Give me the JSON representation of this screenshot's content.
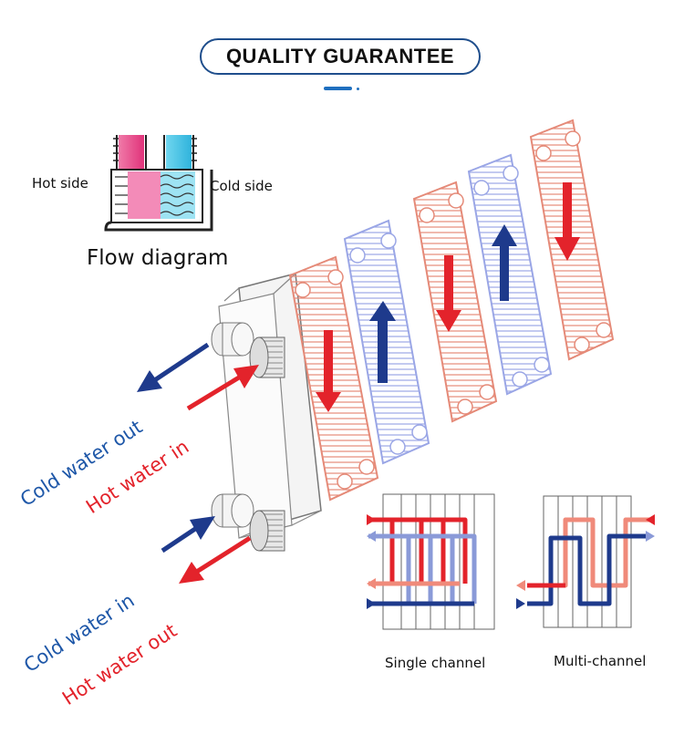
{
  "header": {
    "title": "QUALITY GUARANTEE"
  },
  "inset": {
    "hot_side": "Hot side",
    "cold_side": "Cold side",
    "caption": "Flow diagram"
  },
  "flow_labels": {
    "cold_water_out": "Cold water out",
    "hot_water_in": "Hot water in",
    "cold_water_in": "Cold water in",
    "hot_water_out": "Hot water out"
  },
  "channels": {
    "single": "Single channel",
    "multi": "Multi-channel"
  },
  "colors": {
    "hot": "#e3232b",
    "cold": "#1e3a8c",
    "hot_light": "#f08a7a",
    "cold_light": "#8a9ad8",
    "accent": "#1f4e8c"
  }
}
